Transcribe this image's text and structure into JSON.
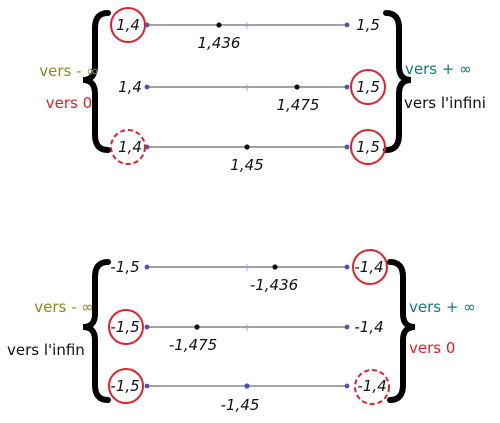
{
  "colors": {
    "minus_infinity": "#8a8a1e",
    "plus_infinity": "#0f7a7a",
    "zero": "#e0202a",
    "infinity_word": "#111111",
    "line": "#6b6b6b",
    "endpoint": "#4f4fc0",
    "midpoint": "#9a9ae6",
    "value_dot": "#111111",
    "circle": "#e0202a"
  },
  "panels": [
    {
      "left_labels": [
        "vers - ∞",
        "vers 0"
      ],
      "right_labels": [
        "vers + ∞",
        "vers l'infini"
      ],
      "rows": [
        {
          "left": "1,4",
          "right": "1,5",
          "value": "1,436",
          "value_num": 1.436,
          "lo": 1.4,
          "hi": 1.5,
          "circle_left": "solid",
          "circle_right": "none"
        },
        {
          "left": "1,4",
          "right": "1,5",
          "value": "1,475",
          "value_num": 1.475,
          "lo": 1.4,
          "hi": 1.5,
          "circle_left": "none",
          "circle_right": "solid"
        },
        {
          "left": "1,4",
          "right": "1,5",
          "value": "1,45",
          "value_num": 1.45,
          "lo": 1.4,
          "hi": 1.5,
          "circle_left": "dashed",
          "circle_right": "solid"
        }
      ]
    },
    {
      "left_labels": [
        "vers - ∞",
        "vers l'infin"
      ],
      "right_labels": [
        "vers + ∞",
        "vers 0"
      ],
      "rows": [
        {
          "left": "-1,5",
          "right": "-1,4",
          "value": "-1,436",
          "value_num": -1.436,
          "lo": -1.5,
          "hi": -1.4,
          "circle_left": "none",
          "circle_right": "solid"
        },
        {
          "left": "-1,5",
          "right": "-1,4",
          "value": "-1,475",
          "value_num": -1.475,
          "lo": -1.5,
          "hi": -1.4,
          "circle_left": "solid",
          "circle_right": "none"
        },
        {
          "left": "-1,5",
          "right": "-1,4",
          "value": "-1,45",
          "value_num": -1.45,
          "lo": -1.5,
          "hi": -1.4,
          "circle_left": "solid",
          "circle_right": "dashed"
        }
      ]
    }
  ]
}
